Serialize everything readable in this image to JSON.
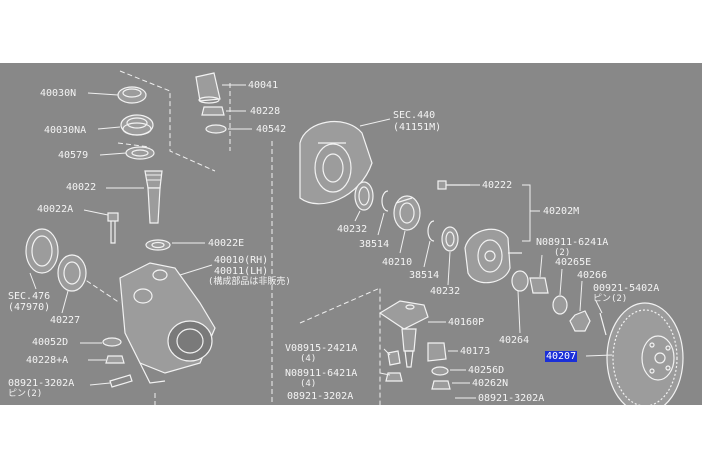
{
  "labels": {
    "p40030N": "40030N",
    "p40030NA": "40030NA",
    "p40579": "40579",
    "p40022": "40022",
    "p40022A": "40022A",
    "sec476": "SEC.476",
    "sec476b": "(47970)",
    "p40227": "40227",
    "p40052D": "40052D",
    "p40228A": "40228+A",
    "p08921_3202A_left": "08921-3202A",
    "pin2_left": "ピン(2)",
    "p40041": "40041",
    "p40228": "40228",
    "p40542": "40542",
    "p40022E": "40022E",
    "p40010": "40010(RH)",
    "p40011": "40011(LH)",
    "note_jp": "(構成部品は非販売)",
    "sec440": "SEC.440",
    "sec440b": "(41151M)",
    "p40222": "40222",
    "p40202M": "40202M",
    "p40232_a": "40232",
    "p38514_a": "38514",
    "p40210": "40210",
    "p38514_b": "38514",
    "p40232_b": "40232",
    "p08911_6241A": "N08911-6241A",
    "qty2_a": "(2)",
    "p40265E": "40265E",
    "p40266": "40266",
    "p00921_5402A": "00921-5402A",
    "pin2_right": "ピン(2)",
    "p40160P": "40160P",
    "p40264": "40264",
    "p40207": "40207",
    "p08915_2421A": "V08915-2421A",
    "qty4_a": "(4)",
    "p08911_6421A": "N08911-6421A",
    "qty4_b": "(4)",
    "p08921_3202A_mid": "08921-3202A",
    "p40173": "40173",
    "p40256D": "40256D",
    "p40262N": "40262N",
    "p08921_3202A_right": "08921-3202A"
  },
  "colors": {
    "panel": "#888888",
    "line": "#efefef",
    "highlight": "#1a2fd8"
  }
}
